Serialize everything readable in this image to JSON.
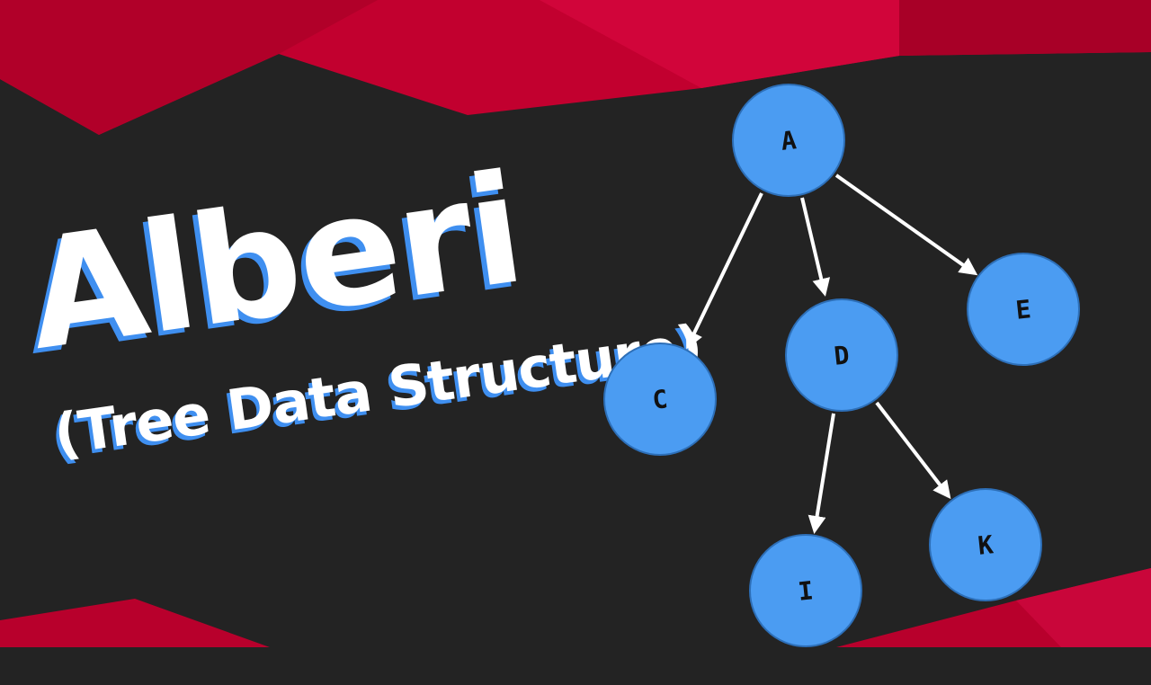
{
  "title": {
    "main": "Alberi",
    "sub": "(Tree Data Structure)"
  },
  "colors": {
    "background": "#232323",
    "accent_red": "#c2002f",
    "node_fill": "#4b9cf2",
    "node_stroke": "#2d6fb8",
    "arrow": "#ffffff",
    "title_shadow": "#3f8ff0"
  },
  "tree": {
    "nodes": [
      {
        "id": "A",
        "label": "A"
      },
      {
        "id": "C",
        "label": "C"
      },
      {
        "id": "D",
        "label": "D"
      },
      {
        "id": "E",
        "label": "E"
      },
      {
        "id": "I",
        "label": "I"
      },
      {
        "id": "K",
        "label": "K"
      }
    ],
    "edges": [
      {
        "from": "A",
        "to": "C"
      },
      {
        "from": "A",
        "to": "D"
      },
      {
        "from": "A",
        "to": "E"
      },
      {
        "from": "D",
        "to": "I"
      },
      {
        "from": "D",
        "to": "K"
      }
    ]
  }
}
